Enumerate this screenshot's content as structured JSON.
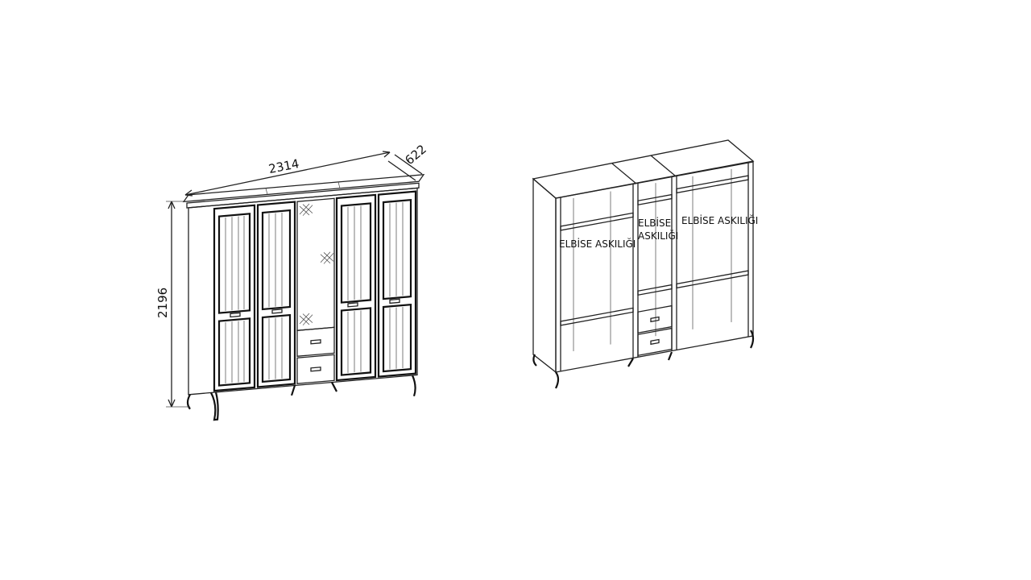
{
  "dimensions": {
    "width": "2314",
    "depth": "622",
    "height": "2196"
  },
  "labels": {
    "left_section": "ELBİSE ASKILIĞI",
    "middle_section_line1": "ELBİSE",
    "middle_section_line2": "ASKILIĞI",
    "right_section": "ELBİSE ASKILIĞI"
  },
  "colors": {
    "line": "#222222",
    "background": "#ffffff"
  }
}
